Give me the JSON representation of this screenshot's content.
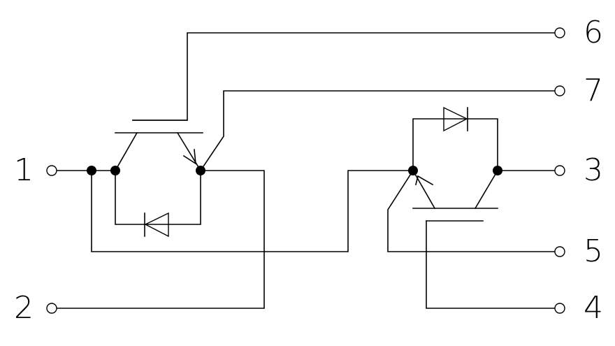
{
  "diagram": {
    "terminals": [
      {
        "id": "t1",
        "label": "1"
      },
      {
        "id": "t2",
        "label": "2"
      },
      {
        "id": "t3",
        "label": "3"
      },
      {
        "id": "t4",
        "label": "4"
      },
      {
        "id": "t5",
        "label": "5"
      },
      {
        "id": "t6",
        "label": "6"
      },
      {
        "id": "t7",
        "label": "7"
      }
    ],
    "components": [
      {
        "id": "igbt-upper",
        "type": "igbt",
        "emitter_arrow": "out"
      },
      {
        "id": "diode-upper",
        "type": "diode",
        "orientation": "anti-parallel"
      },
      {
        "id": "igbt-lower",
        "type": "igbt",
        "emitter_arrow": "in"
      },
      {
        "id": "diode-lower",
        "type": "diode",
        "orientation": "anti-parallel"
      }
    ],
    "colors": {
      "line": "#000000",
      "background": "#ffffff"
    }
  }
}
